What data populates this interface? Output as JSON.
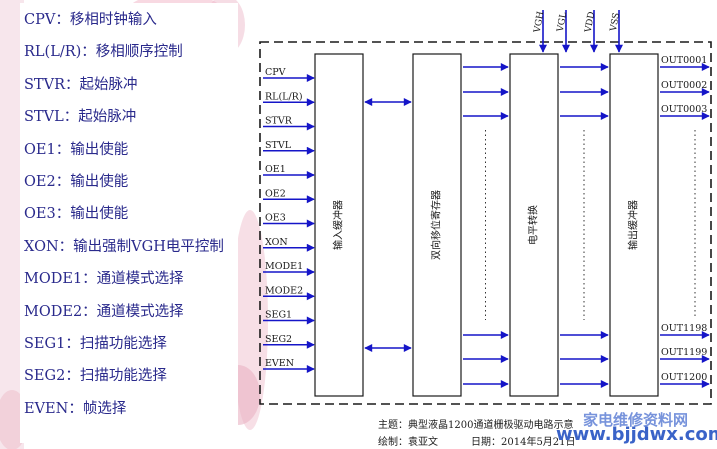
{
  "legend": [
    {
      "key": "CPV",
      "desc": "：移相时钟输入"
    },
    {
      "key": "RL(L/R)",
      "desc": "：移相顺序控制"
    },
    {
      "key": "STVR",
      "desc": "：起始脉冲"
    },
    {
      "key": "STVL",
      "desc": "：起始脉冲"
    },
    {
      "key": "OE1",
      "desc": "：输出使能"
    },
    {
      "key": "OE2",
      "desc": "：输出使能"
    },
    {
      "key": "OE3",
      "desc": "：输出使能"
    },
    {
      "key": "XON",
      "desc": "：输出强制VGH电平控制"
    },
    {
      "key": "MODE1",
      "desc": "：通道模式选择"
    },
    {
      "key": "MODE2",
      "desc": "：通道模式选择"
    },
    {
      "key": "SEG1",
      "desc": "：扫描功能选择"
    },
    {
      "key": "SEG2",
      "desc": "：扫描功能选择"
    },
    {
      "key": "EVEN",
      "desc": "：帧选择"
    }
  ],
  "diagram": {
    "inputs": [
      "CPV",
      "RL(L/R)",
      "STVR",
      "STVL",
      "OE1",
      "OE2",
      "OE3",
      "XON",
      "MODE1",
      "MODE2",
      "SEG1",
      "SEG2",
      "EVEN"
    ],
    "power": [
      "VGH",
      "VGL",
      "VDD",
      "VSS"
    ],
    "blocks": [
      "输入缓冲器",
      "双向移位寄存器",
      "电平转换",
      "输出缓冲器"
    ],
    "outputs_top": [
      "OUT0001",
      "OUT0002",
      "OUT0003"
    ],
    "outputs_bottom": [
      "OUT1198",
      "OUT1199",
      "OUT1200"
    ]
  },
  "caption": {
    "subject": "主题：典型液晶1200通道栅极驱动电路示意",
    "author": "绘制：袁亚文",
    "date": "日期：2014年5月21日"
  },
  "watermark": {
    "cn": "家电维修资料网",
    "url": "www.bjjdwx.com"
  },
  "colors": {
    "line": "#1a1a1a",
    "arrow": "#1515c8",
    "text": "#2a2a8c"
  }
}
